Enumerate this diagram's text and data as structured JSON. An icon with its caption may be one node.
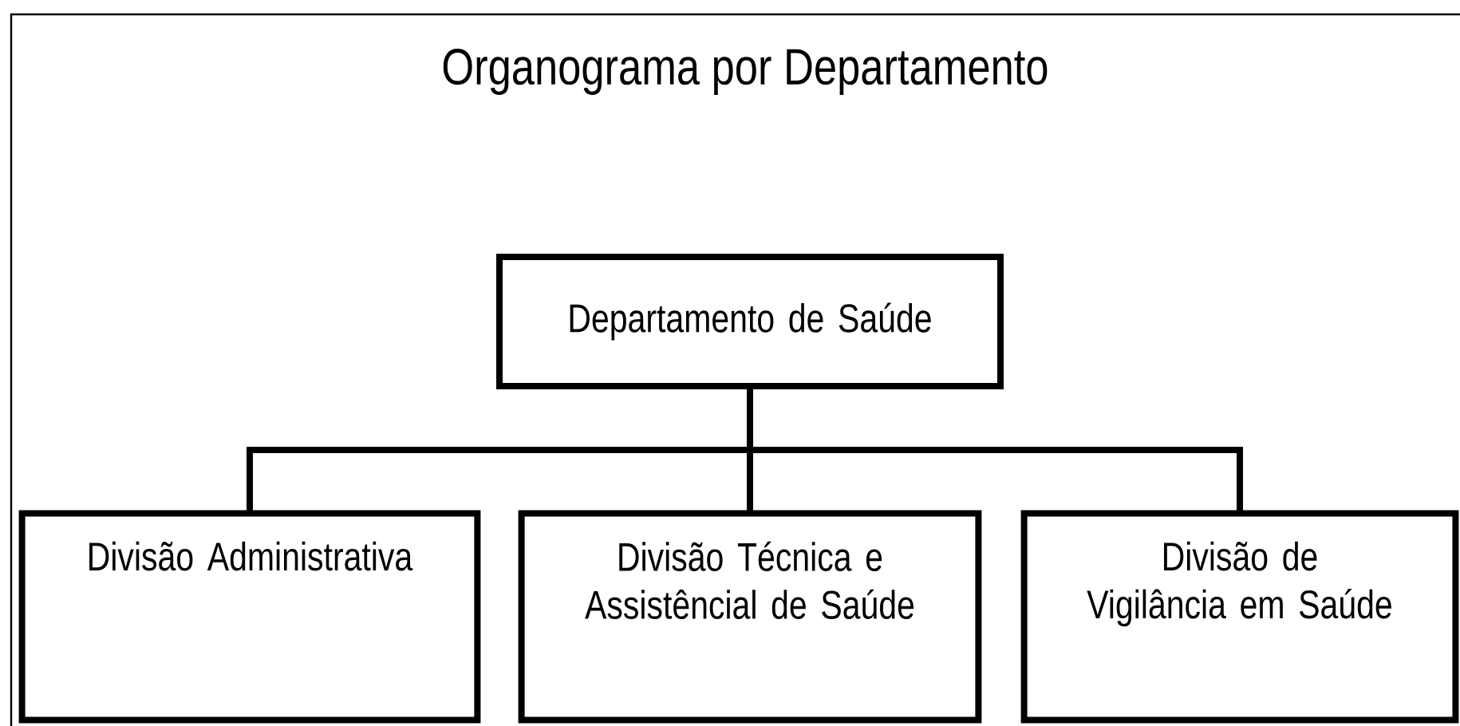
{
  "diagram": {
    "title": "Organograma por Departamento",
    "nodes": [
      {
        "text": [
          "Departamento de Saúde"
        ]
      },
      {
        "text": [
          "Divisão Administrativa"
        ]
      },
      {
        "text": [
          "Divisão Técnica e Assistêncial de Saúde"
        ]
      },
      {
        "text": [
          "Divisão de Vigilância em Saúde"
        ]
      }
    ],
    "edges": [
      {
        "from": 0,
        "to": 1,
        "arrow": "none"
      },
      {
        "from": 0,
        "to": 2,
        "arrow": "none"
      },
      {
        "from": 0,
        "to": 3,
        "arrow": "none"
      }
    ]
  }
}
